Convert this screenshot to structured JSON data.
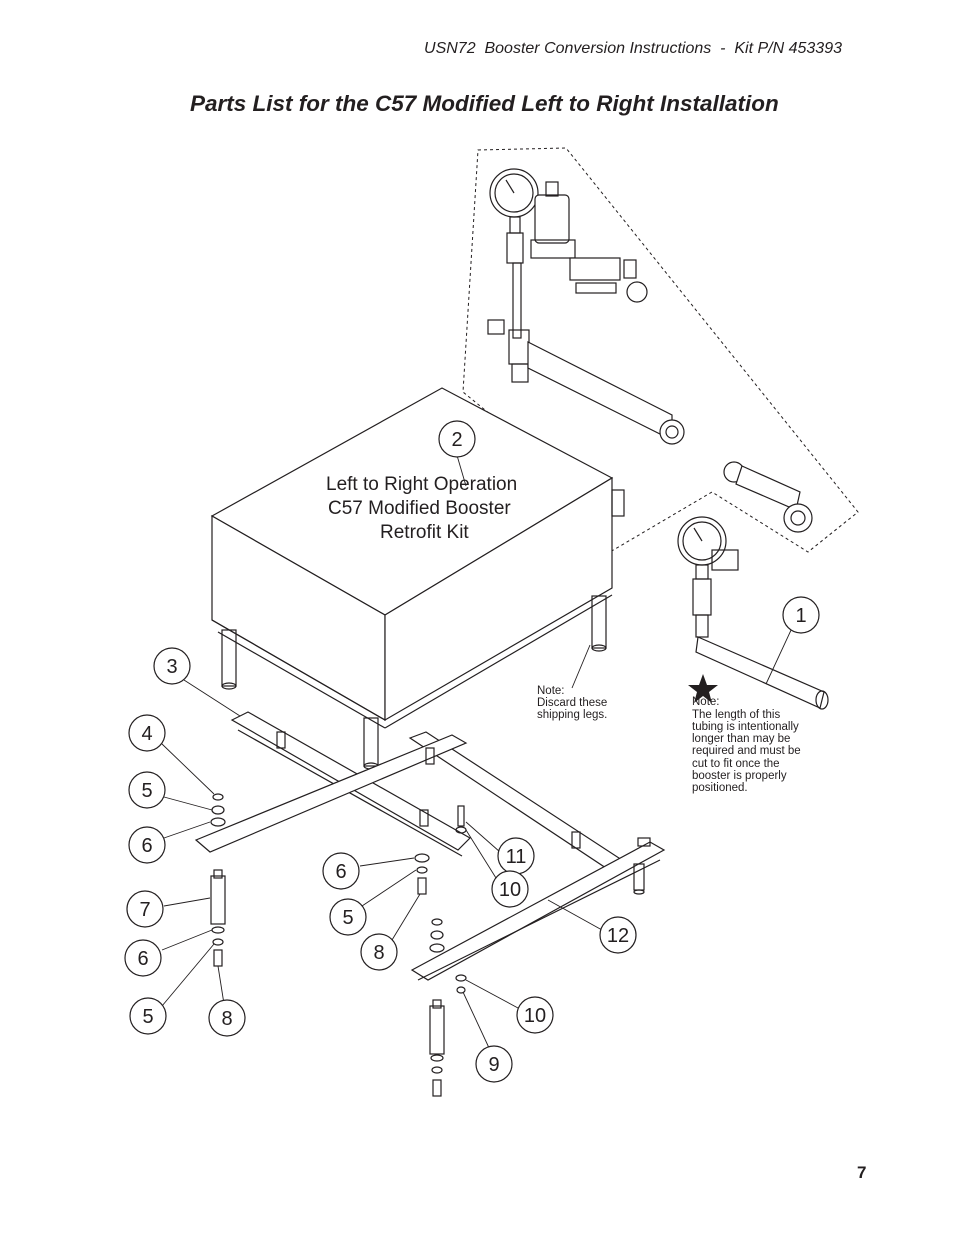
{
  "header": {
    "text": "USN72  Booster Conversion Instructions  -  Kit P/N 453393"
  },
  "title": "Parts List for the C57 Modified Left to Right Installation",
  "page_number": "7",
  "kit_label": {
    "line1": "Left to Right Operation",
    "line2": "C57 Modified Booster",
    "line3": "Retrofit Kit"
  },
  "note_legs": {
    "line1": "Note:",
    "line2": "Discard these",
    "line3": "shipping legs."
  },
  "note_tubing": {
    "line1": "Note:",
    "line2": "The length of this",
    "line3": "tubing is intentionally",
    "line4": "longer than may be",
    "line5": "required and must be",
    "line6": "cut to fit once the",
    "line7": "booster is properly",
    "line8": "positioned."
  },
  "callouts": [
    "1",
    "2",
    "3",
    "4",
    "5",
    "6",
    "7",
    "6",
    "5",
    "8",
    "6",
    "5",
    "8",
    "11",
    "10",
    "12",
    "10",
    "9"
  ]
}
